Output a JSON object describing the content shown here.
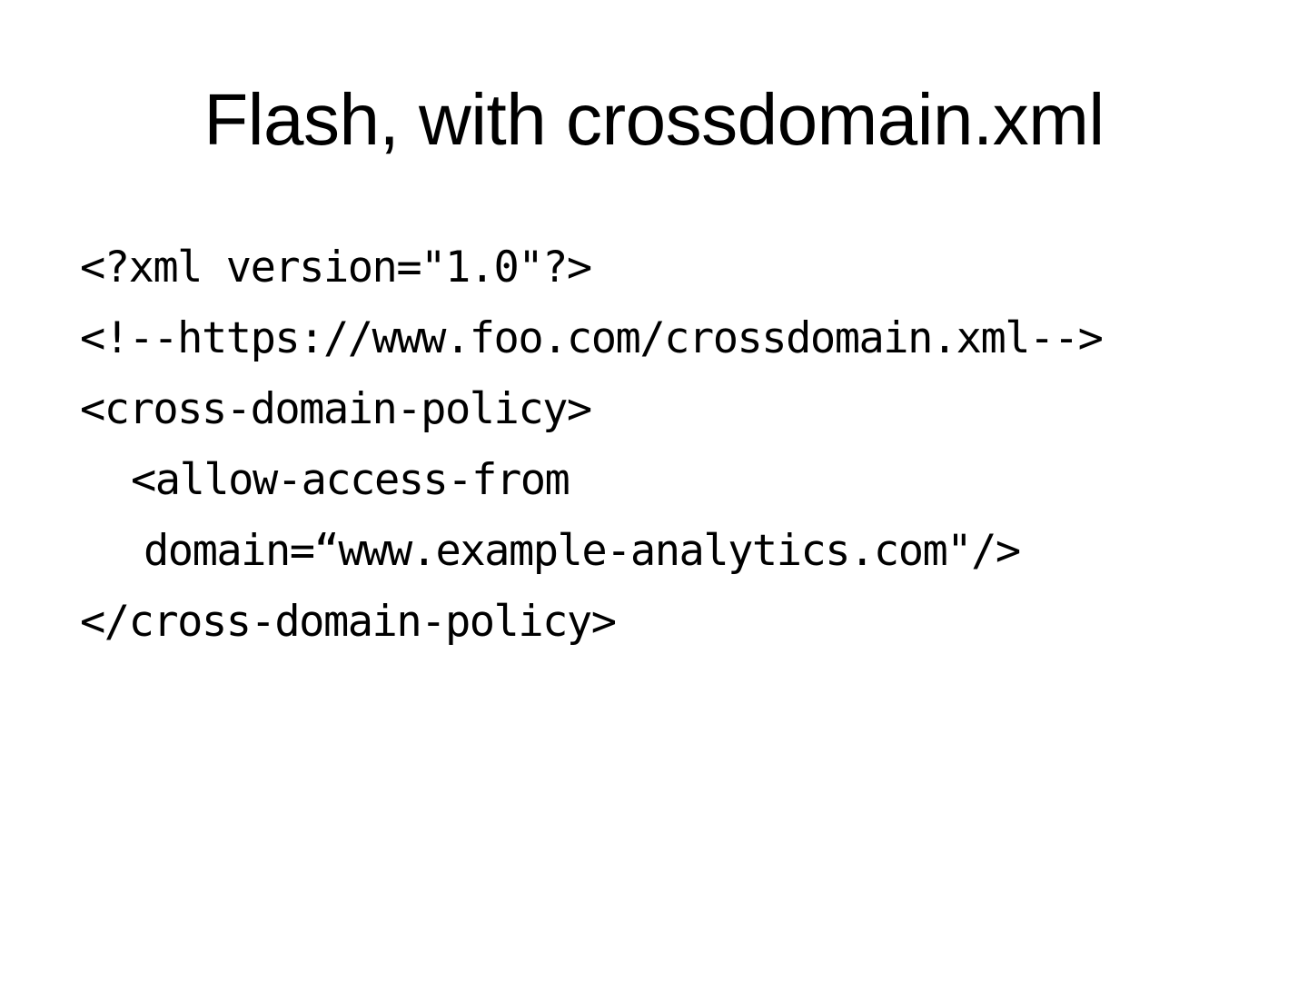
{
  "slide": {
    "title": "Flash, with crossdomain.xml",
    "code_lines": [
      "<?xml version=\"1.0\"?>",
      "<!--https://www.foo.com/crossdomain.xml-->",
      "<cross-domain-policy>",
      "<allow-access-from",
      "domain=“www.example-analytics.com\"/>",
      "</cross-domain-policy>"
    ]
  }
}
